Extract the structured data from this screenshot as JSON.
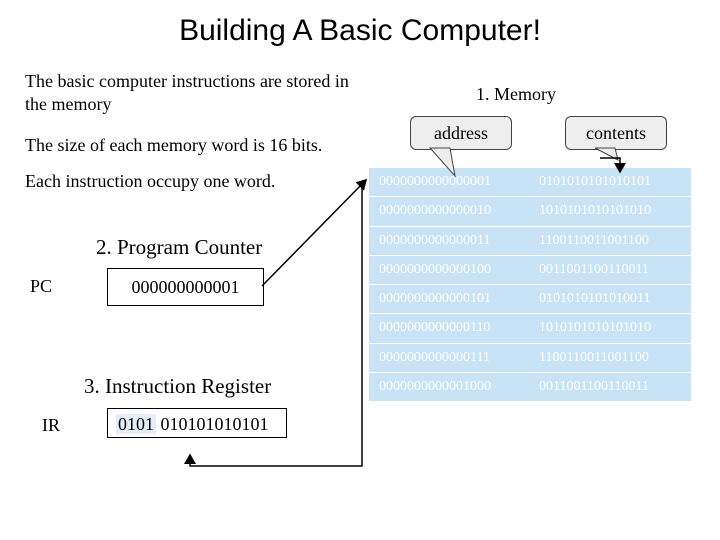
{
  "title": "Building A Basic Computer!",
  "intro": "The basic  computer instructions are stored in the memory",
  "word_size_text": "The size of each memory word is 16 bits.",
  "word_occupy_text": "Each instruction occupy one word.",
  "memory": {
    "label": "1. Memory",
    "address_label": "address",
    "contents_label": "contents",
    "rows": [
      {
        "address": "0000000000000001",
        "contents": "0101010101010101"
      },
      {
        "address": "0000000000000010",
        "contents": "1010101010101010"
      },
      {
        "address": "0000000000000011",
        "contents": "1100110011001100"
      },
      {
        "address": "0000000000000100",
        "contents": "0011001100110011"
      },
      {
        "address": "0000000000000101",
        "contents": "0101010101010011"
      },
      {
        "address": "0000000000000110",
        "contents": "1010101010101010"
      },
      {
        "address": "0000000000000111",
        "contents": "1100110011001100"
      },
      {
        "address": "0000000000001000",
        "contents": "0011001100110011"
      }
    ]
  },
  "program_counter": {
    "title": "2. Program Counter",
    "label": "PC",
    "value": "000000000001"
  },
  "instruction_register": {
    "title": "3. Instruction Register",
    "label": "IR",
    "opcode": "0101",
    "operand": " 010101010101"
  },
  "colors": {
    "memory_cell": "#c8e3f5",
    "callout_fill": "#eeeeee"
  }
}
